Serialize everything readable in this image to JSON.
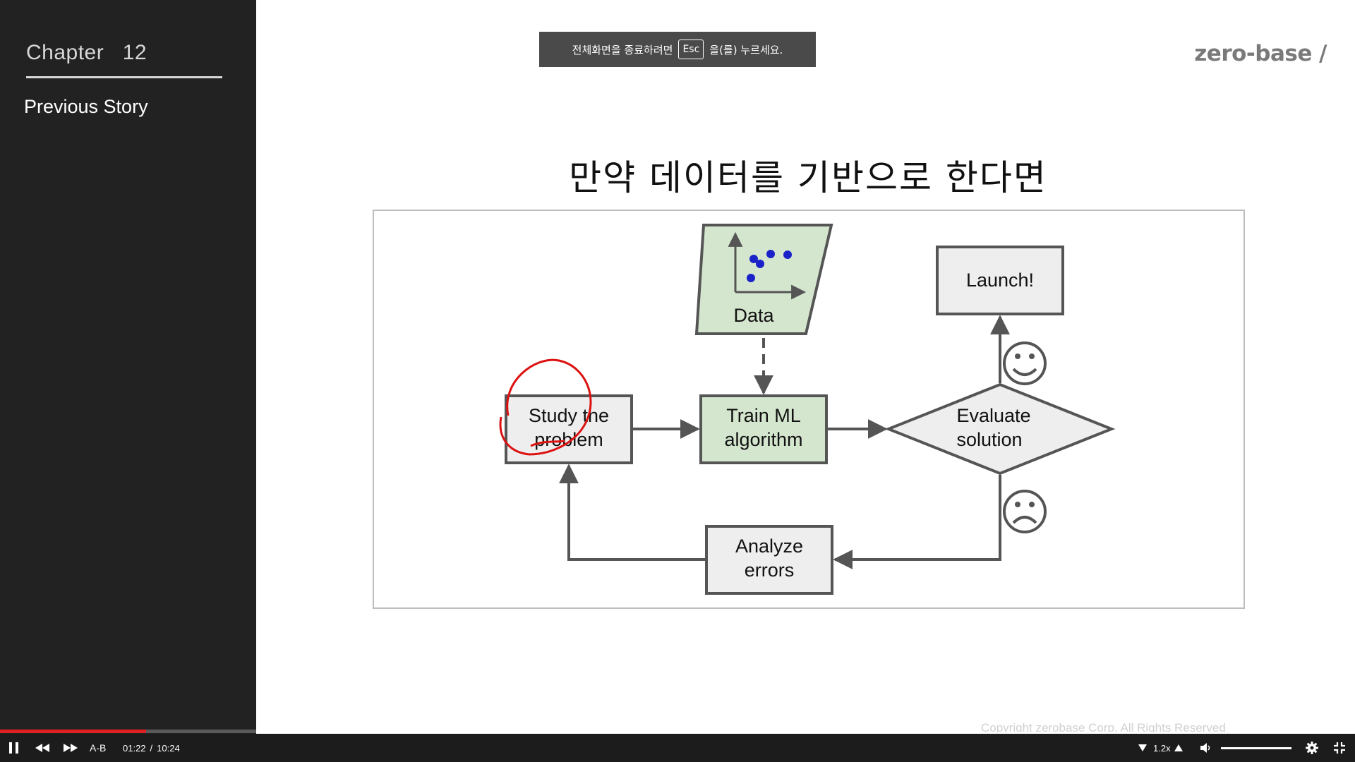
{
  "sidebar": {
    "chapter_label": "Chapter   12",
    "previous_story": "Previous Story"
  },
  "toast": {
    "text_before": "전체화면을 종료하려면",
    "key": "Esc",
    "text_after": "을(를) 누르세요."
  },
  "logo": {
    "text": "zero-base /"
  },
  "slide": {
    "title": "만약 데이터를 기반으로 한다면",
    "copyright": "Copyright zerobase Corp. All Rights Reserved"
  },
  "diagram": {
    "nodes": {
      "data": "Data",
      "launch": "Launch!",
      "study_line1": "Study the",
      "study_line2": "problem",
      "train_line1": "Train ML",
      "train_line2": "algorithm",
      "evaluate_line1": "Evaluate",
      "evaluate_line2": "solution",
      "analyze_line1": "Analyze",
      "analyze_line2": "errors"
    },
    "colors": {
      "green_fill": "#d5e6cf",
      "gray_fill": "#eeeeee",
      "stroke": "#555555",
      "annotation": "#dd1111"
    }
  },
  "player": {
    "time_current": "01:22",
    "time_separator": "/",
    "time_total": "10:24",
    "ab_label": "A-B",
    "speed": "1.2x",
    "progress_fraction": 0.57,
    "volume_fraction": 1.0,
    "icons": {
      "pause": "pause-icon",
      "rewind": "rewind-icon",
      "forward": "fast-forward-icon",
      "speed_down": "triangle-down-icon",
      "speed_up": "triangle-up-icon",
      "volume": "volume-icon",
      "settings": "gear-icon",
      "exit_fullscreen": "exit-fullscreen-icon"
    }
  }
}
